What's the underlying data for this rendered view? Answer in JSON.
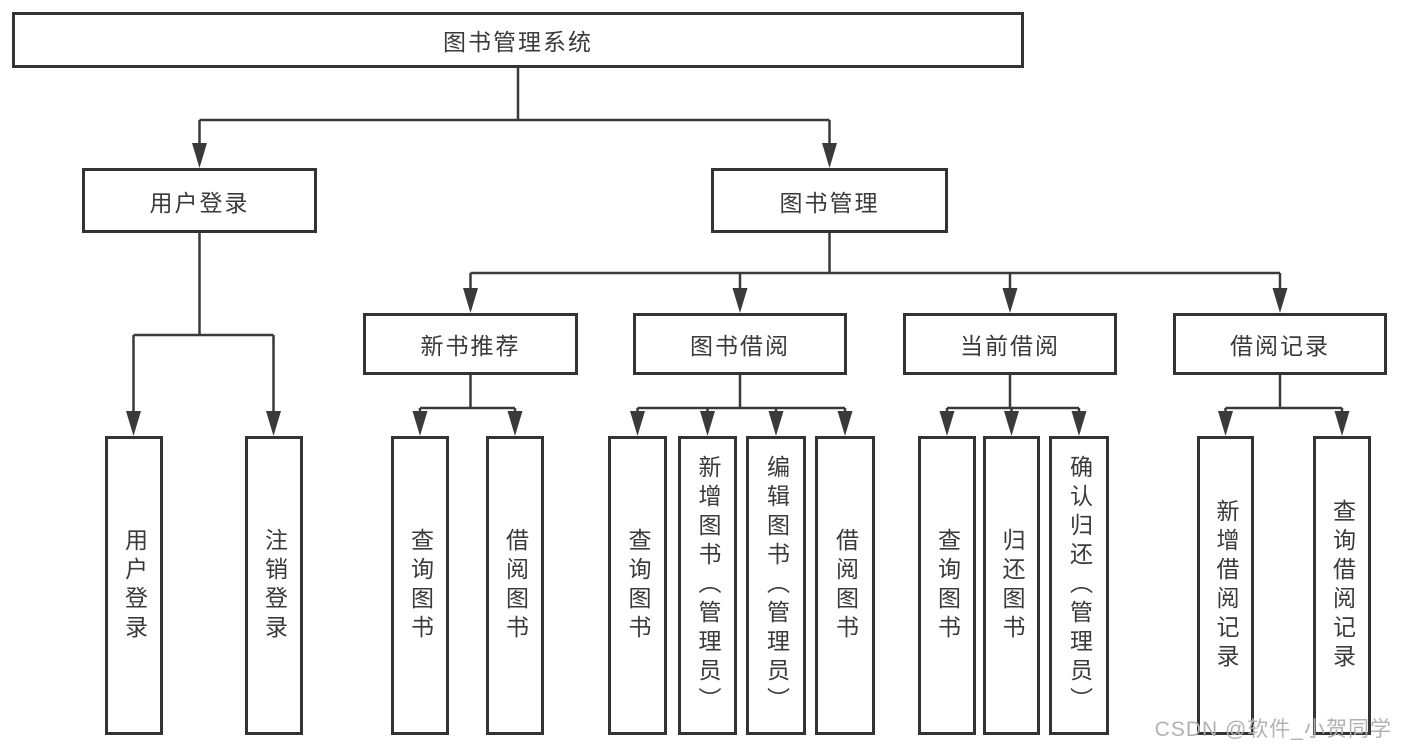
{
  "diagram": {
    "root": {
      "label": "图书管理系统"
    },
    "branches": [
      {
        "label": "用户登录",
        "children": [
          {
            "label": "用户登录"
          },
          {
            "label": "注销登录"
          }
        ]
      },
      {
        "label": "图书管理",
        "children": [
          {
            "label": "新书推荐",
            "children": [
              {
                "label": "查询图书"
              },
              {
                "label": "借阅图书"
              }
            ]
          },
          {
            "label": "图书借阅",
            "children": [
              {
                "label": "查询图书"
              },
              {
                "label": "新增图书（管理员）"
              },
              {
                "label": "编辑图书（管理员）"
              },
              {
                "label": "借阅图书"
              }
            ]
          },
          {
            "label": "当前借阅",
            "children": [
              {
                "label": "查询图书"
              },
              {
                "label": "归还图书"
              },
              {
                "label": "确认归还（管理员）"
              }
            ]
          },
          {
            "label": "借阅记录",
            "children": [
              {
                "label": "新增借阅记录"
              },
              {
                "label": "查询借阅记录"
              }
            ]
          }
        ]
      }
    ]
  },
  "watermark": {
    "text": "CSDN @软件_小贺同学"
  },
  "colors": {
    "line": "#3a3a3a",
    "box_border": "#333333",
    "text": "#3a3a3a",
    "watermark": "#b5b0b0",
    "background": "#ffffff"
  }
}
